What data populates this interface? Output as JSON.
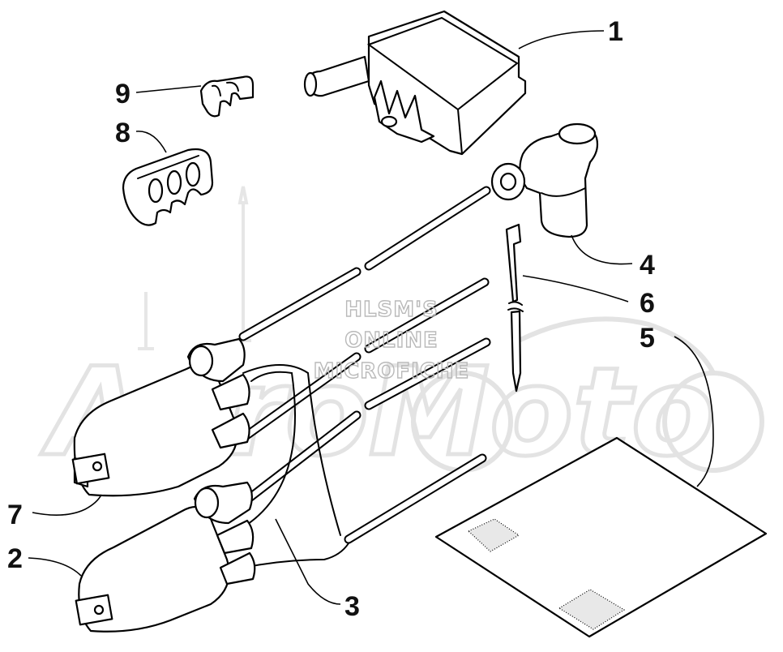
{
  "watermark": {
    "line1": "HLSM'S",
    "line2": "ONLINE",
    "line3": "MICROFICHE",
    "brand": "AeroMoto"
  },
  "callouts": [
    "1",
    "2",
    "3",
    "4",
    "5",
    "6",
    "7",
    "8",
    "9"
  ],
  "icons": [
    "ignition-module-icon",
    "ignition-coil-icon",
    "spark-plug-cap-icon",
    "cable-tie-icon",
    "wire-clamp-icon",
    "pad-sheet-icon"
  ]
}
